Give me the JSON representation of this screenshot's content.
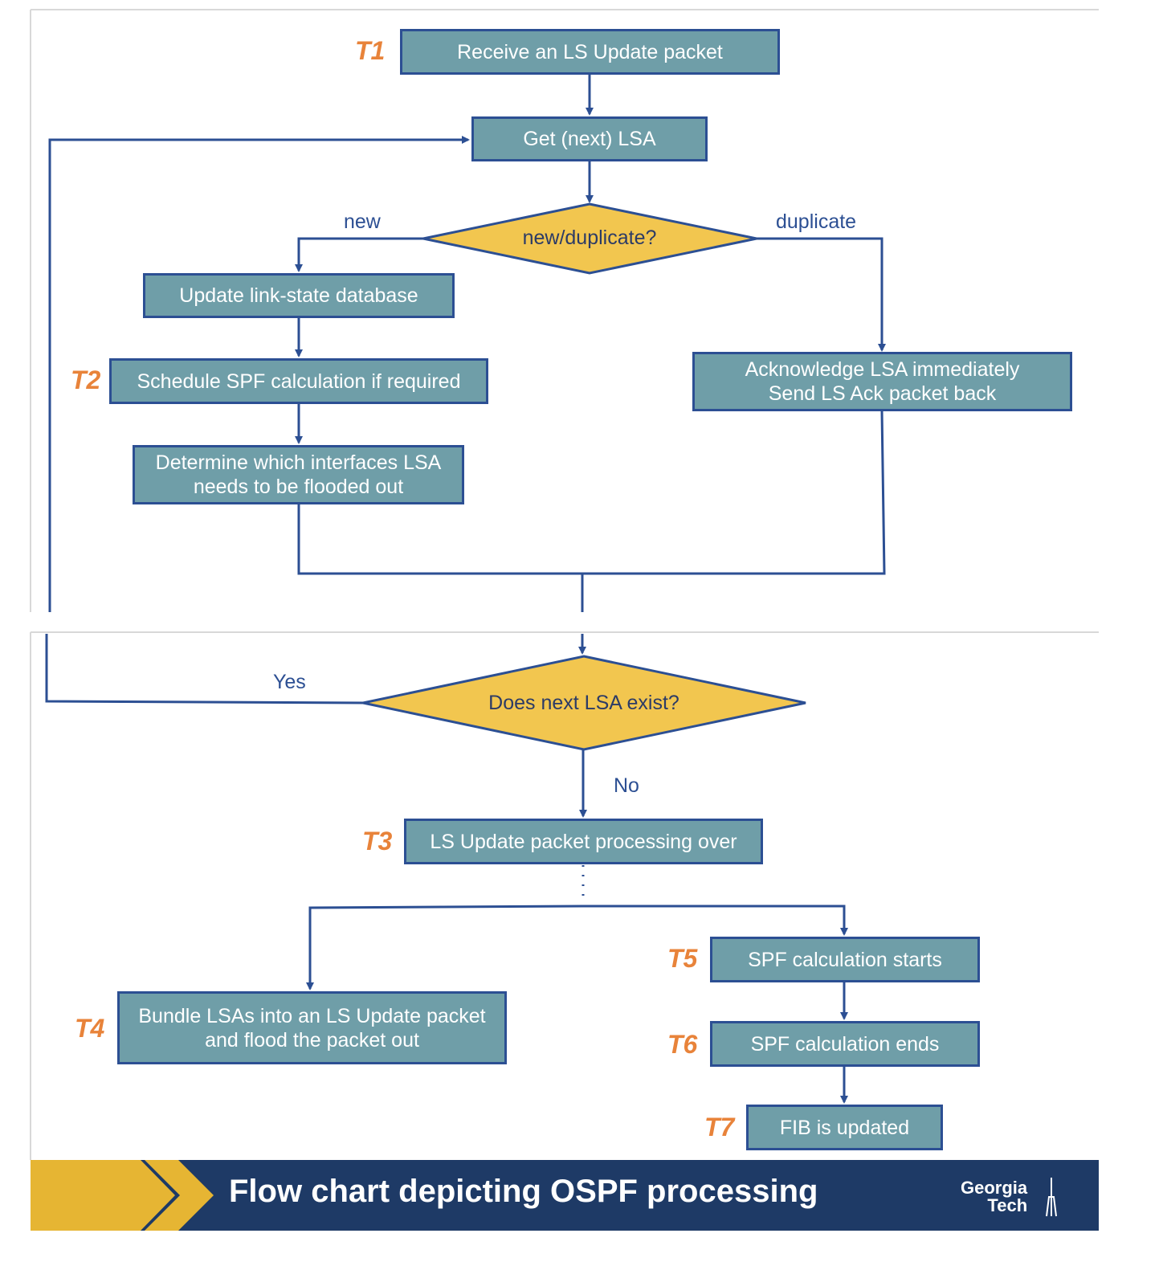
{
  "nodes": {
    "receive": "Receive an LS Update packet",
    "get_next": "Get (next) LSA",
    "decision_new_dup": "new/duplicate?",
    "update_db": "Update link-state database",
    "schedule_spf": "Schedule SPF calculation if required",
    "determine_line1": "Determine which interfaces LSA",
    "determine_line2": "needs to be flooded out",
    "ack_line1": "Acknowledge LSA immediately",
    "ack_line2": "Send LS Ack packet back",
    "decision_next": "Does next LSA exist?",
    "processing_over": "LS Update packet processing over",
    "bundle_line1": "Bundle LSAs into an LS Update packet",
    "bundle_line2": "and flood the packet out",
    "spf_starts": "SPF calculation starts",
    "spf_ends": "SPF calculation ends",
    "fib_updated": "FIB is updated"
  },
  "edge_labels": {
    "new": "new",
    "duplicate": "duplicate",
    "yes": "Yes",
    "no": "No"
  },
  "time_labels": [
    "T1",
    "T2",
    "T3",
    "T4",
    "T5",
    "T6",
    "T7"
  ],
  "banner": {
    "title": "Flow chart depicting OSPF processing",
    "logo_line1": "Georgia",
    "logo_line2": "Tech"
  },
  "colors": {
    "box_fill": "#6f9ea8",
    "box_border": "#2c4f93",
    "diamond_fill": "#f2c64f",
    "time_label": "#e8833a",
    "banner_navy": "#1e3a66",
    "banner_gold": "#e6b533"
  }
}
